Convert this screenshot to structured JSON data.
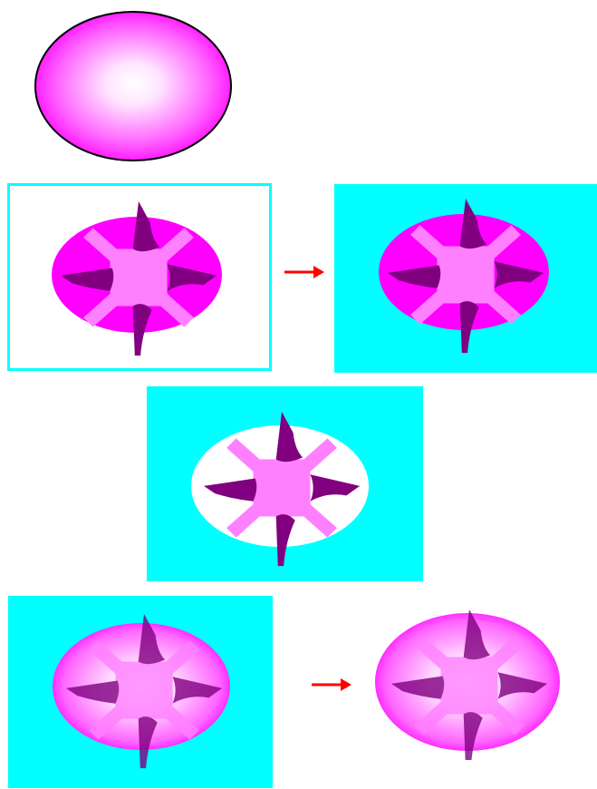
{
  "colors": {
    "cyan": "#00ffff",
    "magenta": "#ff00ff",
    "light_pink": "#ff80ff",
    "dark_purple": "#800080",
    "white": "#ffffff",
    "arrow_red": "#ff0000",
    "outline_black": "#000000"
  },
  "icons": {
    "gradient_oval": "gradient-ellipse-icon",
    "flower": "star-flower-icon",
    "arrow": "right-arrow-icon"
  },
  "panels": [
    {
      "id": "gradient-oval",
      "background": "none",
      "fill": "radial-gradient"
    },
    {
      "id": "flower-white-bg-cyan-border",
      "background": "#ffffff",
      "border": "#00ffff",
      "fill": "#ff00ff"
    },
    {
      "id": "flower-cyan-bg",
      "background": "#00ffff",
      "fill": "#ff00ff"
    },
    {
      "id": "flower-mask-white",
      "background": "#00ffff",
      "fill": "#ffffff"
    },
    {
      "id": "flower-gradient-cyan-bg",
      "background": "#00ffff",
      "fill": "radial-gradient"
    },
    {
      "id": "flower-gradient-no-bg",
      "background": "none",
      "fill": "radial-gradient"
    }
  ],
  "arrows": [
    {
      "id": "arrow-1",
      "direction": "right"
    },
    {
      "id": "arrow-2",
      "direction": "right"
    }
  ]
}
